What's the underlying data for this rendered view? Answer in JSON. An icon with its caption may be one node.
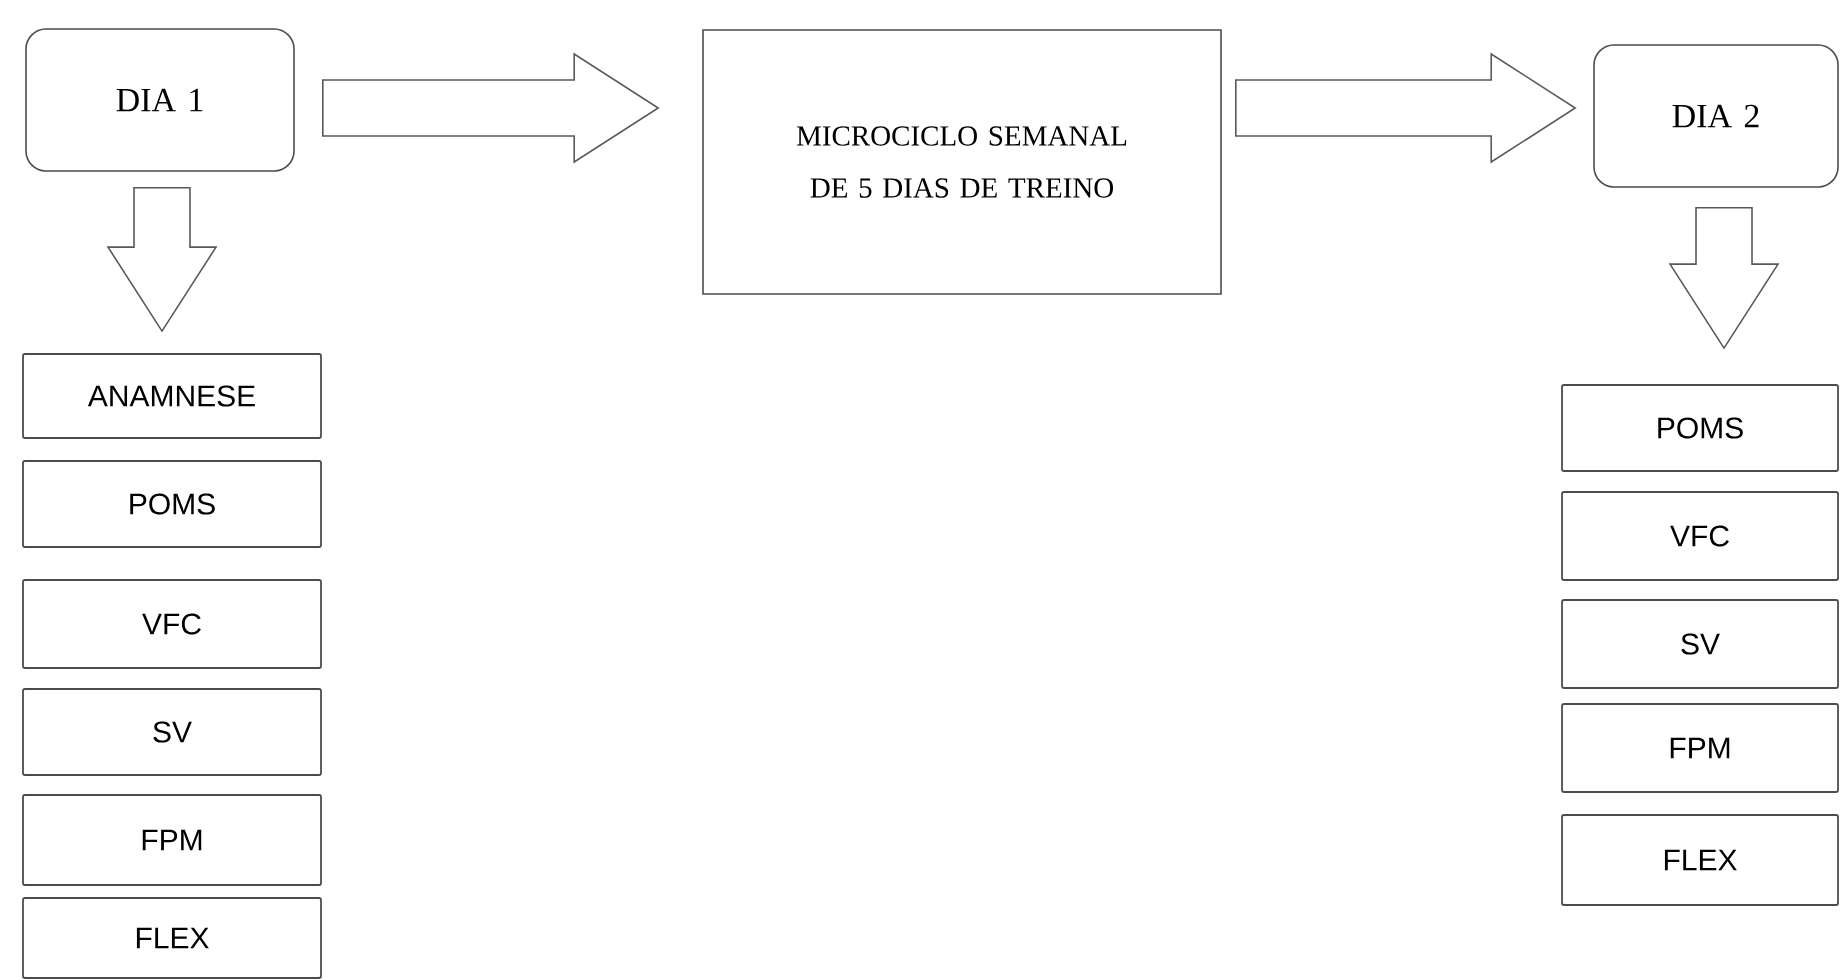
{
  "diagram": {
    "nodes": [
      {
        "text": [
          "DIA 1"
        ]
      },
      {
        "text": [
          "MICROCICLO SEMANAL DE 5 DIAS DE TREINO"
        ]
      },
      {
        "text": [
          "DIA 2"
        ]
      },
      {
        "text": [
          "ANAMNESE"
        ]
      },
      {
        "text": [
          "POMS"
        ]
      },
      {
        "text": [
          "VFC"
        ]
      },
      {
        "text": [
          "SV"
        ]
      },
      {
        "text": [
          "FPM"
        ]
      },
      {
        "text": [
          "FLEX"
        ]
      },
      {
        "text": [
          "POMS"
        ]
      },
      {
        "text": [
          "VFC"
        ]
      },
      {
        "text": [
          "SV"
        ]
      },
      {
        "text": [
          "FPM"
        ]
      },
      {
        "text": [
          "FLEX"
        ]
      }
    ],
    "edges": [
      {
        "from": 0,
        "to": 1,
        "arrow": "to"
      },
      {
        "from": 1,
        "to": 2,
        "arrow": "to"
      },
      {
        "from": 0,
        "to": 3,
        "arrow": "to"
      },
      {
        "from": 2,
        "to": 9,
        "arrow": "to"
      }
    ]
  }
}
